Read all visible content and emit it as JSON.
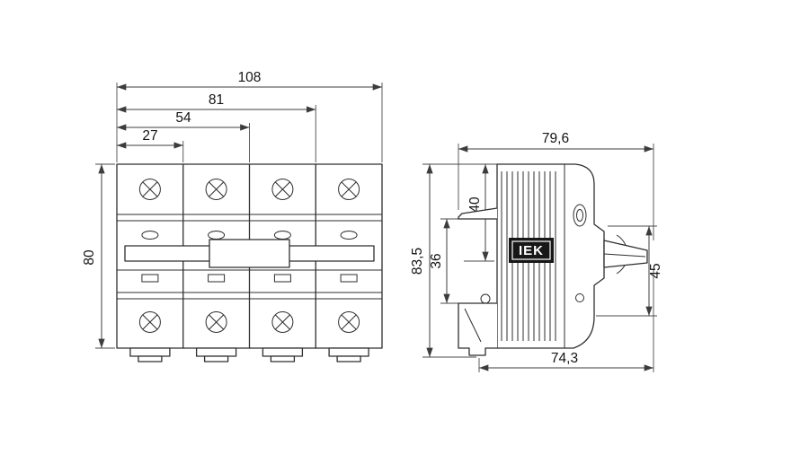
{
  "front_view": {
    "dims": {
      "total_width": "108",
      "width_3_modules": "81",
      "width_2_modules": "54",
      "width_1_module": "27",
      "height": "80"
    }
  },
  "side_view": {
    "logo": "IEK",
    "dims": {
      "total_depth": "79,6",
      "total_height": "83,5",
      "din_recess_height": "36",
      "top_to_din_center": "40",
      "front_section_height": "45",
      "body_depth": "74,3"
    }
  }
}
